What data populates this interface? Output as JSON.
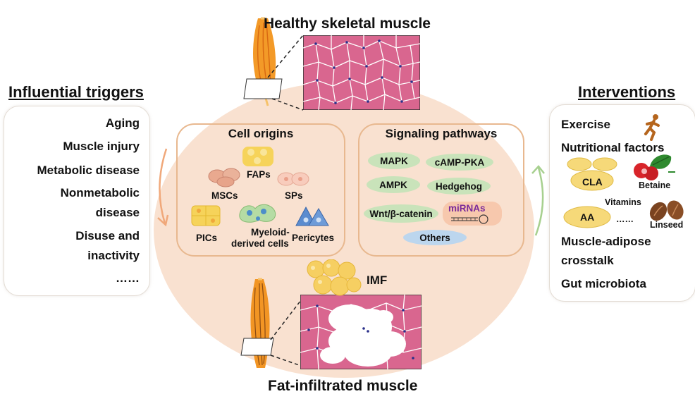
{
  "titles": {
    "top": "Healthy skeletal muscle",
    "bottom": "Fat-infiltrated muscle",
    "imf": "IMF"
  },
  "left": {
    "header": "Influential triggers",
    "items": [
      "Aging",
      "Muscle injury",
      "Metabolic disease",
      "Nonmetabolic",
      "disease",
      "Disuse and",
      "inactivity",
      "……"
    ]
  },
  "right": {
    "header": "Interventions",
    "exercise": "Exercise",
    "nutritional": "Nutritional factors",
    "cla": "CLA",
    "betaine": "Betaine",
    "vitamins": "Vitamins",
    "aa": "AA",
    "dots": "……",
    "linseed": "Linseed",
    "crosstalk1": "Muscle-adipose",
    "crosstalk2": "crosstalk",
    "microbiota": "Gut microbiota"
  },
  "cells": {
    "title": "Cell origins",
    "faps": "FAPs",
    "mscs": "MSCs",
    "sps": "SPs",
    "pics": "PICs",
    "myeloid1": "Myeloid-",
    "myeloid2": "derived cells",
    "pericytes": "Pericytes"
  },
  "pathways": {
    "title": "Signaling pathways",
    "mapk": "MAPK",
    "camp": "cAMP-PKA",
    "ampk": "AMPK",
    "hedgehog": "Hedgehog",
    "wnt": "Wnt/β-catenin",
    "mirnas": "miRNAs",
    "others": "Others"
  },
  "colors": {
    "center_bg": "#f9e1d0",
    "muscle_tissue": "#d9668f",
    "fat": "#f6cf62",
    "pathway_pill": "#c9e3ba",
    "others_pill": "#bcd6ee",
    "box_border": "#e8b88f"
  }
}
